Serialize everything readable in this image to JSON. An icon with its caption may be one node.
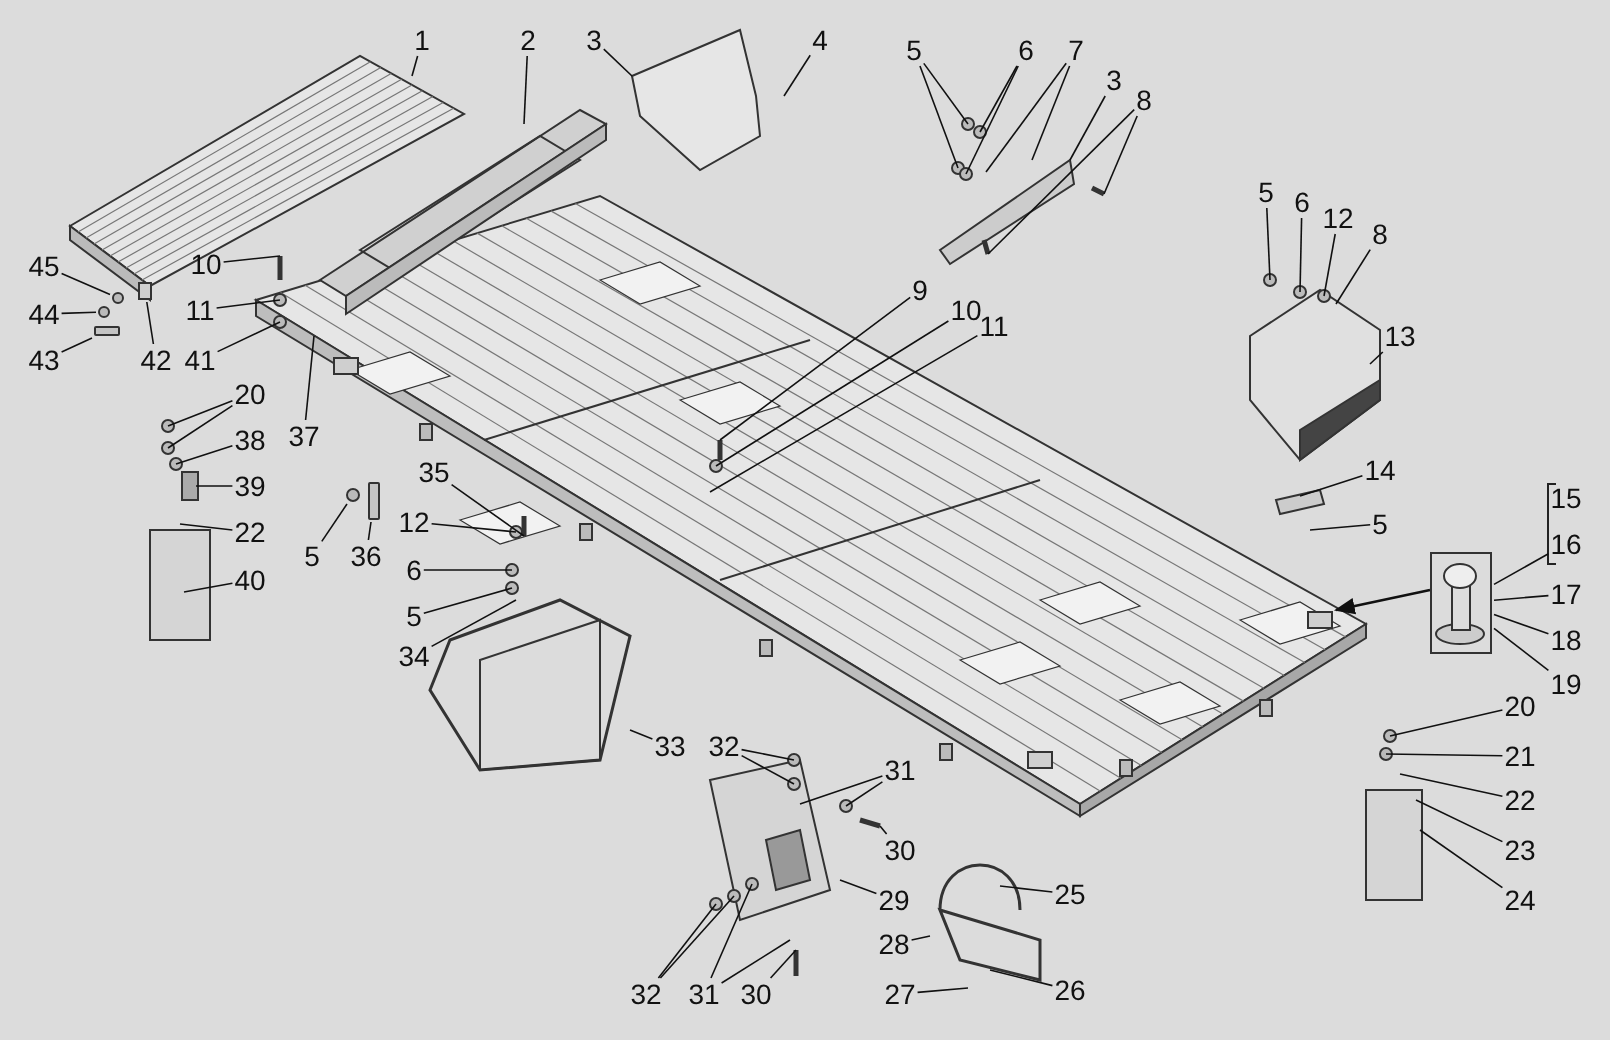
{
  "diagram": {
    "nodes": [
      {
        "text": [
          "1"
        ]
      },
      {
        "text": [
          "2"
        ]
      },
      {
        "text": [
          "3"
        ]
      },
      {
        "text": [
          "4"
        ]
      },
      {
        "text": [
          "5"
        ]
      },
      {
        "text": [
          "6"
        ]
      },
      {
        "text": [
          "7"
        ]
      },
      {
        "text": [
          "3"
        ]
      },
      {
        "text": [
          "8"
        ]
      },
      {
        "text": [
          "45"
        ]
      },
      {
        "text": [
          "10"
        ]
      },
      {
        "text": [
          "9"
        ]
      },
      {
        "text": [
          "44"
        ]
      },
      {
        "text": [
          "11"
        ]
      },
      {
        "text": [
          "10"
        ]
      },
      {
        "text": [
          "11"
        ]
      },
      {
        "text": [
          "43"
        ]
      },
      {
        "text": [
          "42"
        ]
      },
      {
        "text": [
          "41"
        ]
      },
      {
        "text": [
          "5"
        ]
      },
      {
        "text": [
          "6"
        ]
      },
      {
        "text": [
          "12"
        ]
      },
      {
        "text": [
          "8"
        ]
      },
      {
        "text": [
          "13"
        ]
      },
      {
        "text": [
          "20"
        ]
      },
      {
        "text": [
          "37"
        ]
      },
      {
        "text": [
          "38"
        ]
      },
      {
        "text": [
          "14"
        ]
      },
      {
        "text": [
          "35"
        ]
      },
      {
        "text": [
          "39"
        ]
      },
      {
        "text": [
          "15"
        ]
      },
      {
        "text": [
          "12"
        ]
      },
      {
        "text": [
          "5"
        ]
      },
      {
        "text": [
          "22"
        ]
      },
      {
        "text": [
          "16"
        ]
      },
      {
        "text": [
          "5"
        ]
      },
      {
        "text": [
          "36"
        ]
      },
      {
        "text": [
          "6"
        ]
      },
      {
        "text": [
          "40"
        ]
      },
      {
        "text": [
          "17"
        ]
      },
      {
        "text": [
          "5"
        ]
      },
      {
        "text": [
          "18"
        ]
      },
      {
        "text": [
          "34"
        ]
      },
      {
        "text": [
          "19"
        ]
      },
      {
        "text": [
          "20"
        ]
      },
      {
        "text": [
          "32"
        ]
      },
      {
        "text": [
          "33"
        ]
      },
      {
        "text": [
          "21"
        ]
      },
      {
        "text": [
          "31"
        ]
      },
      {
        "text": [
          "22"
        ]
      },
      {
        "text": [
          "30"
        ]
      },
      {
        "text": [
          "23"
        ]
      },
      {
        "text": [
          "25"
        ]
      },
      {
        "text": [
          "29"
        ]
      },
      {
        "text": [
          "24"
        ]
      },
      {
        "text": [
          "28"
        ]
      },
      {
        "text": [
          "26"
        ]
      },
      {
        "text": [
          "27"
        ]
      },
      {
        "text": [
          "32"
        ]
      },
      {
        "text": [
          "31"
        ]
      },
      {
        "text": [
          "30"
        ]
      },
      {
        "text": [],
        "shape": "box"
      },
      {
        "text": [],
        "shape": "bar"
      },
      {
        "text": [],
        "shape": "circle"
      },
      {
        "text": [],
        "shape": "bar"
      },
      {
        "text": [],
        "shape": "box"
      },
      {
        "text": [],
        "shape": "circle"
      },
      {
        "text": [],
        "shape": "circle"
      }
    ],
    "edges": [
      {
        "from": 0,
        "to": null,
        "arrow": "none"
      },
      {
        "from": 1,
        "to": null,
        "arrow": "none"
      },
      {
        "from": 2,
        "to": null,
        "arrow": "none"
      },
      {
        "from": 3,
        "to": null,
        "arrow": "none"
      },
      {
        "from": 4,
        "to": null,
        "arrow": "none"
      },
      {
        "from": 4,
        "to": null,
        "arrow": "none"
      },
      {
        "from": 5,
        "to": null,
        "arrow": "none"
      },
      {
        "from": 5,
        "to": null,
        "arrow": "none"
      },
      {
        "from": 6,
        "to": null,
        "arrow": "none"
      },
      {
        "from": 6,
        "to": null,
        "arrow": "none"
      },
      {
        "from": 7,
        "to": null,
        "arrow": "none"
      },
      {
        "from": 8,
        "to": null,
        "arrow": "none"
      },
      {
        "from": 8,
        "to": null,
        "arrow": "none"
      },
      {
        "from": 9,
        "to": 66,
        "arrow": "none"
      },
      {
        "from": 10,
        "to": null,
        "arrow": "none"
      },
      {
        "from": 11,
        "to": null,
        "arrow": "none"
      },
      {
        "from": 12,
        "to": 67,
        "arrow": "none"
      },
      {
        "from": 13,
        "to": null,
        "arrow": "none"
      },
      {
        "from": 14,
        "to": null,
        "arrow": "none"
      },
      {
        "from": 15,
        "to": null,
        "arrow": "none"
      },
      {
        "from": 16,
        "to": 62,
        "arrow": "none"
      },
      {
        "from": 17,
        "to": 65,
        "arrow": "none"
      },
      {
        "from": 18,
        "to": null,
        "arrow": "none"
      },
      {
        "from": 19,
        "to": null,
        "arrow": "none"
      },
      {
        "from": 20,
        "to": null,
        "arrow": "none"
      },
      {
        "from": 21,
        "to": null,
        "arrow": "none"
      },
      {
        "from": 22,
        "to": null,
        "arrow": "none"
      },
      {
        "from": 23,
        "to": null,
        "arrow": "none"
      },
      {
        "from": 24,
        "to": null,
        "arrow": "none"
      },
      {
        "from": 24,
        "to": null,
        "arrow": "none"
      },
      {
        "from": 25,
        "to": null,
        "arrow": "none"
      },
      {
        "from": 26,
        "to": null,
        "arrow": "none"
      },
      {
        "from": 27,
        "to": null,
        "arrow": "none"
      },
      {
        "from": 28,
        "to": null,
        "arrow": "none"
      },
      {
        "from": 29,
        "to": null,
        "arrow": "none"
      },
      {
        "from": 34,
        "to": 61,
        "arrow": "none"
      },
      {
        "from": 31,
        "to": null,
        "arrow": "none"
      },
      {
        "from": 32,
        "to": null,
        "arrow": "none"
      },
      {
        "from": 33,
        "to": null,
        "arrow": "none"
      },
      {
        "from": 35,
        "to": 63,
        "arrow": "none"
      },
      {
        "from": 36,
        "to": 64,
        "arrow": "none"
      },
      {
        "from": 37,
        "to": null,
        "arrow": "none"
      },
      {
        "from": 38,
        "to": null,
        "arrow": "none"
      },
      {
        "from": 39,
        "to": 61,
        "arrow": "none"
      },
      {
        "from": 40,
        "to": null,
        "arrow": "none"
      },
      {
        "from": 41,
        "to": 61,
        "arrow": "none"
      },
      {
        "from": 42,
        "to": null,
        "arrow": "none"
      },
      {
        "from": 43,
        "to": 61,
        "arrow": "none"
      },
      {
        "from": 44,
        "to": null,
        "arrow": "none"
      },
      {
        "from": 45,
        "to": null,
        "arrow": "none"
      },
      {
        "from": 45,
        "to": null,
        "arrow": "none"
      },
      {
        "from": 46,
        "to": null,
        "arrow": "none"
      },
      {
        "from": 47,
        "to": null,
        "arrow": "none"
      },
      {
        "from": 48,
        "to": null,
        "arrow": "none"
      },
      {
        "from": 48,
        "to": null,
        "arrow": "none"
      },
      {
        "from": 49,
        "to": null,
        "arrow": "none"
      },
      {
        "from": 50,
        "to": null,
        "arrow": "none"
      },
      {
        "from": 51,
        "to": null,
        "arrow": "none"
      },
      {
        "from": 52,
        "to": null,
        "arrow": "none"
      },
      {
        "from": 53,
        "to": null,
        "arrow": "none"
      },
      {
        "from": 54,
        "to": null,
        "arrow": "none"
      },
      {
        "from": 55,
        "to": null,
        "arrow": "none"
      },
      {
        "from": 56,
        "to": null,
        "arrow": "none"
      },
      {
        "from": 57,
        "to": null,
        "arrow": "none"
      },
      {
        "from": 58,
        "to": null,
        "arrow": "none"
      },
      {
        "from": 58,
        "to": null,
        "arrow": "none"
      },
      {
        "from": 59,
        "to": null,
        "arrow": "none"
      },
      {
        "from": 59,
        "to": null,
        "arrow": "none"
      },
      {
        "from": 60,
        "to": null,
        "arrow": "none"
      },
      {
        "from": 61,
        "to": null,
        "arrow": "to"
      }
    ]
  }
}
